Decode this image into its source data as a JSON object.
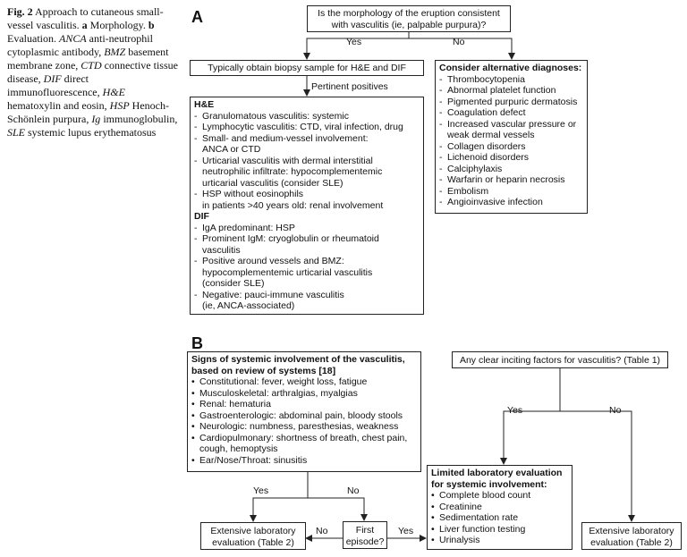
{
  "caption": {
    "fig": "Fig. 2",
    "title": "Approach to cutaneous small-vessel vasculitis.",
    "a_letter": "a",
    "a_text": "Morphology.",
    "b_letter": "b",
    "b_text": "Evaluation.",
    "abbrevs": [
      {
        "abbr": "ANCA",
        "text": "anti-neutrophil cytoplasmic antibody,"
      },
      {
        "abbr": "BMZ",
        "text": "basement membrane zone,"
      },
      {
        "abbr": "CTD",
        "text": "connective tissue disease,"
      },
      {
        "abbr": "DIF",
        "text": "direct immunofluorescence,"
      },
      {
        "abbr": "H&E",
        "text": "hematoxylin and eosin,"
      },
      {
        "abbr": "HSP",
        "text": "Henoch-Schönlein purpura,"
      },
      {
        "abbr": "Ig",
        "text": "immunoglobulin,"
      },
      {
        "abbr": "SLE",
        "text": "systemic lupus erythematosus"
      }
    ]
  },
  "panel_a": {
    "letter": "A",
    "question_line1": "Is the morphology of the eruption consistent",
    "question_line2": "with vasculitis (ie, palpable purpura)?",
    "yes_label": "Yes",
    "no_label": "No",
    "biopsy": "Typically obtain biopsy sample for H&E and DIF",
    "pertinent": "Pertinent positives",
    "he_title": "H&E",
    "he_items": [
      [
        "Granulomatous vasculitis: systemic"
      ],
      [
        "Lymphocytic vasculitis: CTD, viral infection, drug"
      ],
      [
        "Small- and medium-vessel involvement:",
        "ANCA or CTD"
      ],
      [
        "Urticarial vasculitis with dermal interstitial",
        "neutrophilic infiltrate: hypocomplementemic",
        "urticarial vasculitis (consider SLE)"
      ],
      [
        "HSP without eosinophils",
        "in patients >40 years old: renal involvement"
      ]
    ],
    "dif_title": "DIF",
    "dif_items": [
      [
        "IgA predominant: HSP"
      ],
      [
        "Prominent IgM: cryoglobulin or rheumatoid",
        "vasculitis"
      ],
      [
        "Positive around vessels and BMZ:",
        "hypocomplementemic urticarial vasculitis",
        "(consider SLE)"
      ],
      [
        "Negative: pauci-immune vasculitis",
        "(ie, ANCA-associated)"
      ]
    ],
    "alt_title": "Consider alternative diagnoses:",
    "alt_items": [
      [
        "Thrombocytopenia"
      ],
      [
        "Abnormal platelet function"
      ],
      [
        "Pigmented purpuric dermatosis"
      ],
      [
        "Coagulation defect"
      ],
      [
        "Increased vascular pressure or",
        "weak dermal vessels"
      ],
      [
        "Collagen disorders"
      ],
      [
        "Lichenoid disorders"
      ],
      [
        "Calciphylaxis"
      ],
      [
        "Warfarin or heparin necrosis"
      ],
      [
        "Embolism"
      ],
      [
        "Angioinvasive infection"
      ]
    ]
  },
  "panel_b": {
    "letter": "B",
    "signs_title_line1": "Signs of systemic involvement of the vasculitis,",
    "signs_title_line2": "based on review of systems [18]",
    "signs_items": [
      [
        "Constitutional: fever, weight loss, fatigue"
      ],
      [
        "Musculoskeletal: arthralgias, myalgias"
      ],
      [
        "Renal: hematuria"
      ],
      [
        "Gastroenterologic: abdominal pain, bloody stools"
      ],
      [
        "Neurologic: numbness, paresthesias, weakness"
      ],
      [
        "Cardiopulmonary: shortness of breath, chest pain,",
        "cough, hemoptysis"
      ],
      [
        "Ear/Nose/Throat: sinusitis"
      ]
    ],
    "yes_label": "Yes",
    "no_label": "No",
    "ext_left_line1": "Extensive laboratory",
    "ext_left_line2": "evaluation (Table 2)",
    "first_line1": "First",
    "first_line2": "episode?",
    "no2_label": "No",
    "yes2_label": "Yes",
    "inciting": "Any clear inciting factors for vasculitis? (Table 1)",
    "yes3_label": "Yes",
    "no3_label": "No",
    "limited_title_line1": "Limited laboratory evaluation",
    "limited_title_line2": "for systemic involvement:",
    "limited_items": [
      "Complete blood count",
      "Creatinine",
      "Sedimentation rate",
      "Liver function testing",
      "Urinalysis"
    ],
    "ext_right_line1": "Extensive laboratory",
    "ext_right_line2": "evaluation (Table 2)"
  }
}
